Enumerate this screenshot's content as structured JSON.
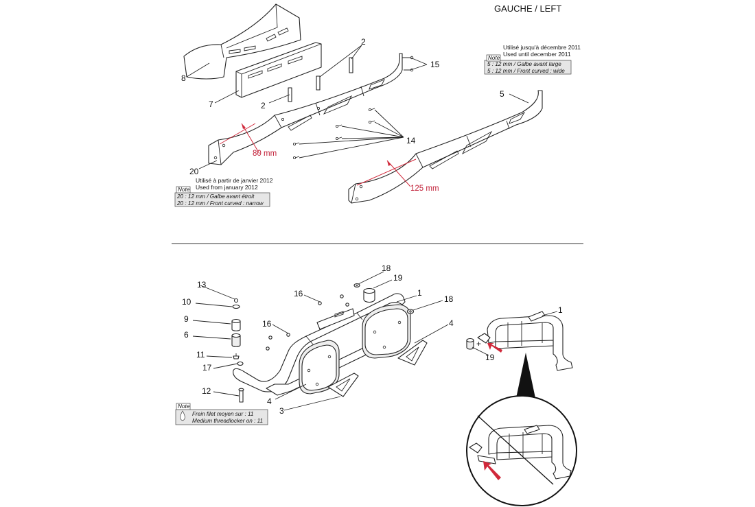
{
  "header": {
    "title": "GAUCHE / LEFT"
  },
  "callouts": {
    "c1a": "1",
    "c1b": "1",
    "c2a": "2",
    "c2b": "2",
    "c3": "3",
    "c4a": "4",
    "c4b": "4",
    "c5": "5",
    "c6": "6",
    "c7": "7",
    "c8": "8",
    "c9": "9",
    "c10": "10",
    "c11": "11",
    "c12": "12",
    "c13": "13",
    "c14": "14",
    "c15": "15",
    "c16a": "16",
    "c16b": "16",
    "c17": "17",
    "c18a": "18",
    "c18b": "18",
    "c19a": "19",
    "c19b": "19",
    "c20": "20"
  },
  "dimensions": {
    "narrow": "80 mm",
    "wide": "125 mm"
  },
  "notes": {
    "until": {
      "line1": "Utilisé jusqu'à décembre 2011",
      "line2": "Used until december 2011",
      "tag": "Note",
      "row1": "5 : 12 mm / Galbe avant large",
      "row2": "5 : 12 mm / Front curved : wide"
    },
    "from": {
      "line1": "Utilisé à partir de janvier 2012",
      "line2": "Used from january 2012",
      "tag": "Note",
      "row1": "20 : 12 mm / Galbe avant étroit",
      "row2": "20 : 12 mm / Front curved : narrow"
    },
    "threadlocker": {
      "tag": "Note",
      "row1": "Frein filet moyen sur : 11",
      "row2": "Medium threadlocker on : 11"
    }
  },
  "symbols": {
    "plus": "+"
  },
  "colors": {
    "dimension": "#d0283a",
    "arrow": "#d0283a",
    "note_fill": "#e6e6e6"
  }
}
